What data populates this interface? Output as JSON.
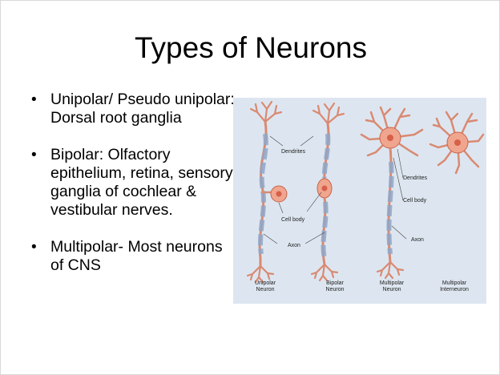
{
  "slide": {
    "title": "Types of Neurons",
    "bullets": [
      "Unipolar/ Pseudo unipolar: Dorsal root ganglia",
      "Bipolar: Olfactory epithelium, retina, sensory ganglia of cochlear & vestibular nerves.",
      "Multipolar- Most neurons of CNS"
    ]
  },
  "figure": {
    "labels": {
      "dendrites_left": "Dendrites",
      "cell_body_left": "Cell body",
      "axon_left": "Axon",
      "dendrites_right": "Dendrites",
      "cell_body_right": "Cell body",
      "axon_right": "Axon"
    },
    "captions": [
      [
        "Unipolar",
        "Neuron"
      ],
      [
        "Bipolar",
        "Neuron"
      ],
      [
        "Multipolar",
        "Neuron"
      ],
      [
        "Multipolar",
        "Interneuron"
      ]
    ],
    "colors": {
      "background": "#dde6f0",
      "neuron_fill": "#f0a58e",
      "neuron_stroke": "#c8654c",
      "nucleus": "#d6604a",
      "myelin": "#8fa6c8"
    }
  }
}
